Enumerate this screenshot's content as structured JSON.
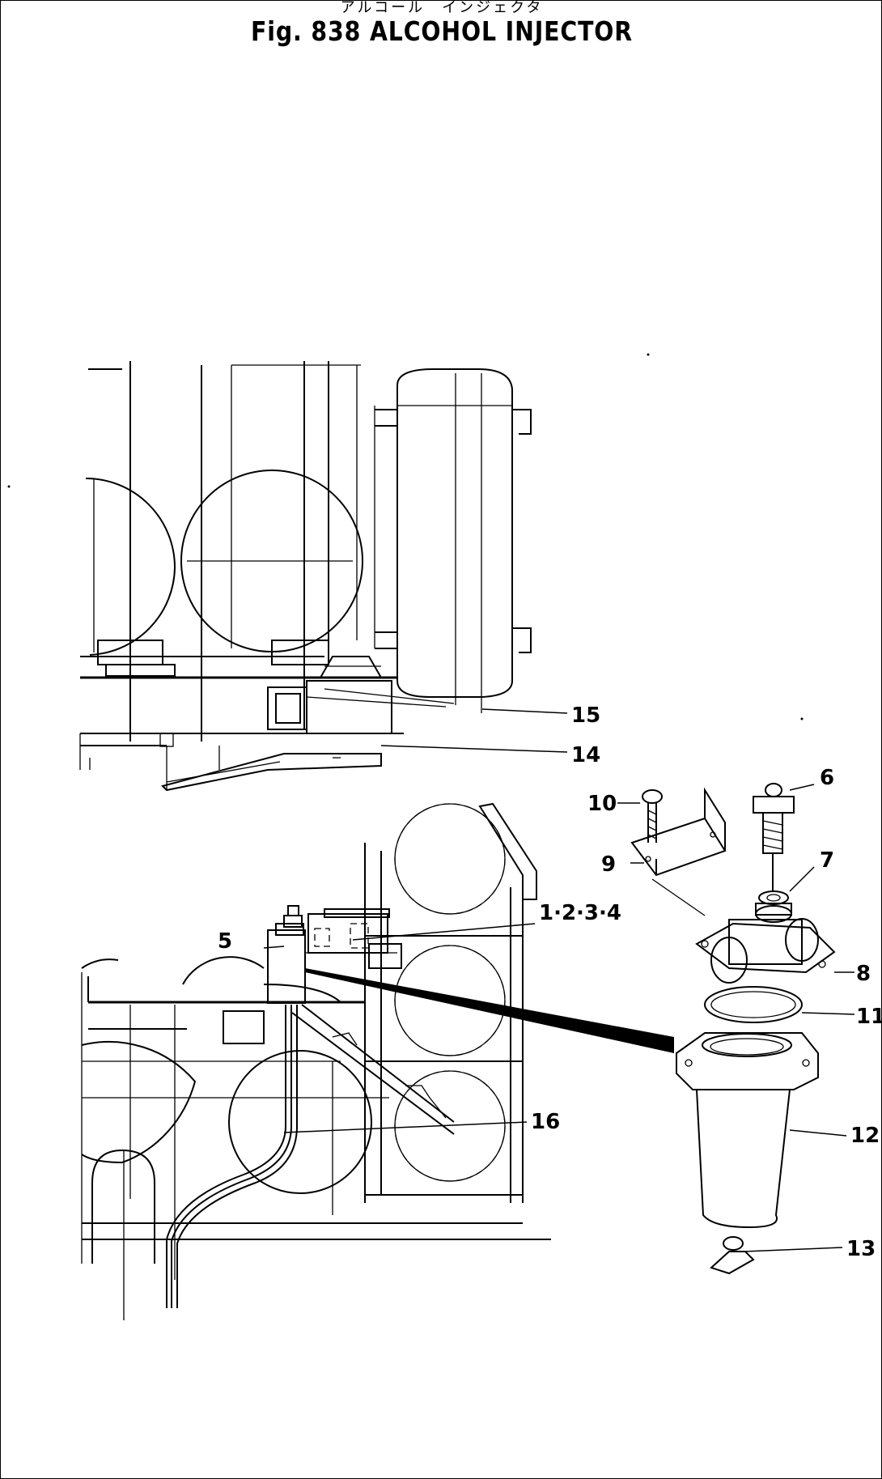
{
  "figure": {
    "title_jp": "アルコール　インジェクタ",
    "title": "Fig. 838   ALCOHOL INJECTOR"
  },
  "callouts": {
    "c1234": "1·2·3·4",
    "c5": "5",
    "c6": "6",
    "c7": "7",
    "c8": "8",
    "c9": "9",
    "c10": "10",
    "c11": "11",
    "c12": "12",
    "c13": "13",
    "c14": "14",
    "c15": "15",
    "c16": "16"
  },
  "colors": {
    "ink": "#000000",
    "paper": "#ffffff"
  }
}
